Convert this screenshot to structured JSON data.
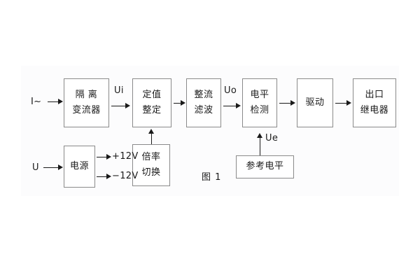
{
  "figure": {
    "caption": "图 1",
    "border_color": "#8a8a8a",
    "line_color": "#1a1a1a",
    "panel_color": "#fcfcfd"
  },
  "blocks": [
    {
      "id": "isolation-ct",
      "line1": "隔  离",
      "line2": "变流器"
    },
    {
      "id": "setting",
      "line1": "定值",
      "line2": "整定"
    },
    {
      "id": "rectify-filter",
      "line1": "整流",
      "line2": "滤波"
    },
    {
      "id": "level-detect",
      "line1": "电平",
      "line2": "检测"
    },
    {
      "id": "drive",
      "line1": "驱动",
      "line2": ""
    },
    {
      "id": "output-relay",
      "line1": "出口",
      "line2": "继电器"
    },
    {
      "id": "power-supply",
      "line1": "电源",
      "line2": ""
    },
    {
      "id": "ratio-switch",
      "line1": "倍率",
      "line2": "切换"
    },
    {
      "id": "reference-level",
      "line1": "参考电平",
      "line2": ""
    }
  ],
  "signals": {
    "current_input": "I~",
    "voltage_input": "U",
    "ui": "Ui",
    "uo": "Uo",
    "ue": "Ue",
    "supply_positive": "+12V",
    "supply_negative": "−12V"
  }
}
